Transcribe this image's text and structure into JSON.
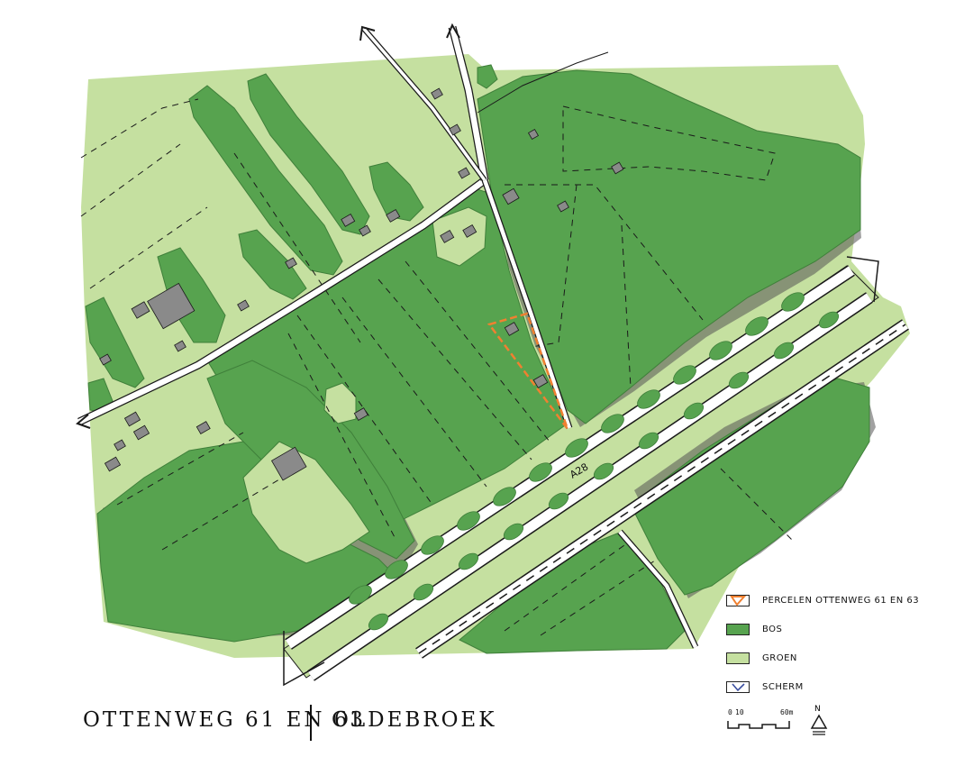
{
  "colors": {
    "bos": "#57a34f",
    "bos_dark": "#468c40",
    "groen": "#c5e0a0",
    "road": "#ffffff",
    "outline": "#1a1a1a",
    "parcel": "#f08030",
    "building": "#8a8a8a",
    "shadow": "#555555"
  },
  "legend": [
    {
      "key": "parcels",
      "label": "PERCELEN OTTENWEG 61 EN 63",
      "icon": "orange-triangle-icon"
    },
    {
      "key": "bos",
      "label": "BOS",
      "icon": "dark-green-swatch-icon"
    },
    {
      "key": "groen",
      "label": "GROEN",
      "icon": "light-green-swatch-icon"
    },
    {
      "key": "scherm",
      "label": "SCHERM",
      "icon": "blue-check-icon"
    }
  ],
  "footer": {
    "title": "OTTENWEG 61 EN 63",
    "place": "OLDEBROEK"
  },
  "road_label": "A28",
  "scale": {
    "start": "0",
    "mid": "10",
    "end": "60m"
  },
  "north_label": "N"
}
